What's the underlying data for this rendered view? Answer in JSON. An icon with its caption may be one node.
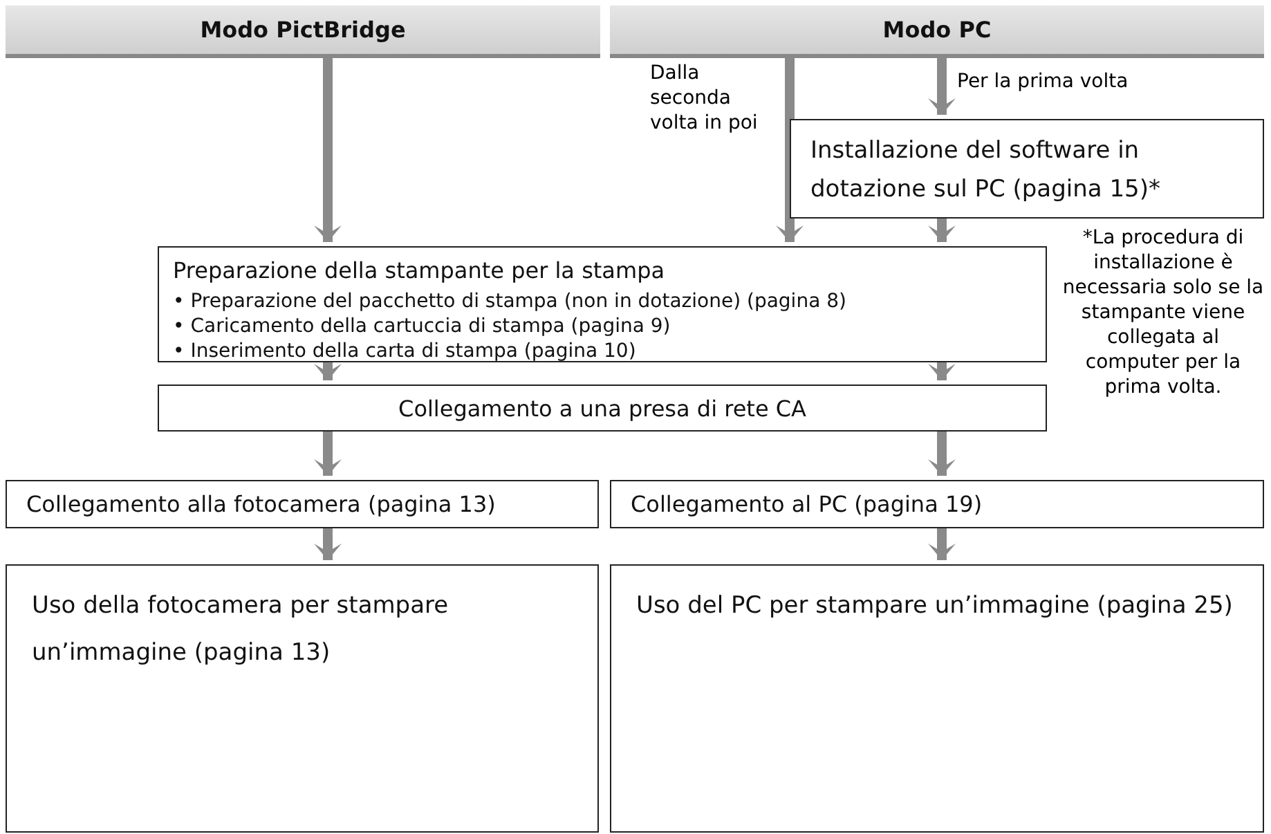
{
  "diagram": {
    "nodes": [
      {
        "text": [
          "Modo PictBridge"
        ]
      },
      {
        "text": [
          "Modo PC"
        ]
      },
      {
        "text": [
          "Installazione del software in dotazione sul PC (pagina 15)*"
        ]
      },
      {
        "text": [
          "Preparazione della stampante per la stampa",
          "• Preparazione del pacchetto di stampa (non in dotazione) (pagina 8)",
          "• Caricamento della cartuccia di stampa (pagina 9)",
          "• Inserimento della carta di stampa (pagina 10)"
        ]
      },
      {
        "text": [
          "Collegamento a una presa di rete CA"
        ]
      },
      {
        "text": [
          "Collegamento alla fotocamera (pagina 13)"
        ]
      },
      {
        "text": [
          "Collegamento al PC (pagina 19)"
        ]
      },
      {
        "text": [
          "Uso della fotocamera per stampare un’immagine (pagina 13)"
        ]
      },
      {
        "text": [
          "Uso del PC per stampare un’immagine (pagina 25)"
        ]
      }
    ],
    "edges": [
      {
        "from": 0,
        "to": 3,
        "arrow": "to"
      },
      {
        "from": 1,
        "to": 3,
        "arrow": "to",
        "label": "Dalla seconda volta in poi"
      },
      {
        "from": 1,
        "to": 2,
        "arrow": "to",
        "label": "Per la prima volta"
      },
      {
        "from": 2,
        "to": 3,
        "arrow": "to"
      },
      {
        "from": 3,
        "to": 4,
        "arrow": "to"
      },
      {
        "from": 3,
        "to": 4,
        "arrow": "to"
      },
      {
        "from": 4,
        "to": 5,
        "arrow": "to"
      },
      {
        "from": 4,
        "to": 6,
        "arrow": "to"
      },
      {
        "from": 5,
        "to": 7,
        "arrow": "to"
      },
      {
        "from": 6,
        "to": 8,
        "arrow": "to"
      }
    ],
    "labels": [
      "*La procedura di installazione è necessaria solo se la stampante viene collegata al computer per la prima volta."
    ]
  }
}
